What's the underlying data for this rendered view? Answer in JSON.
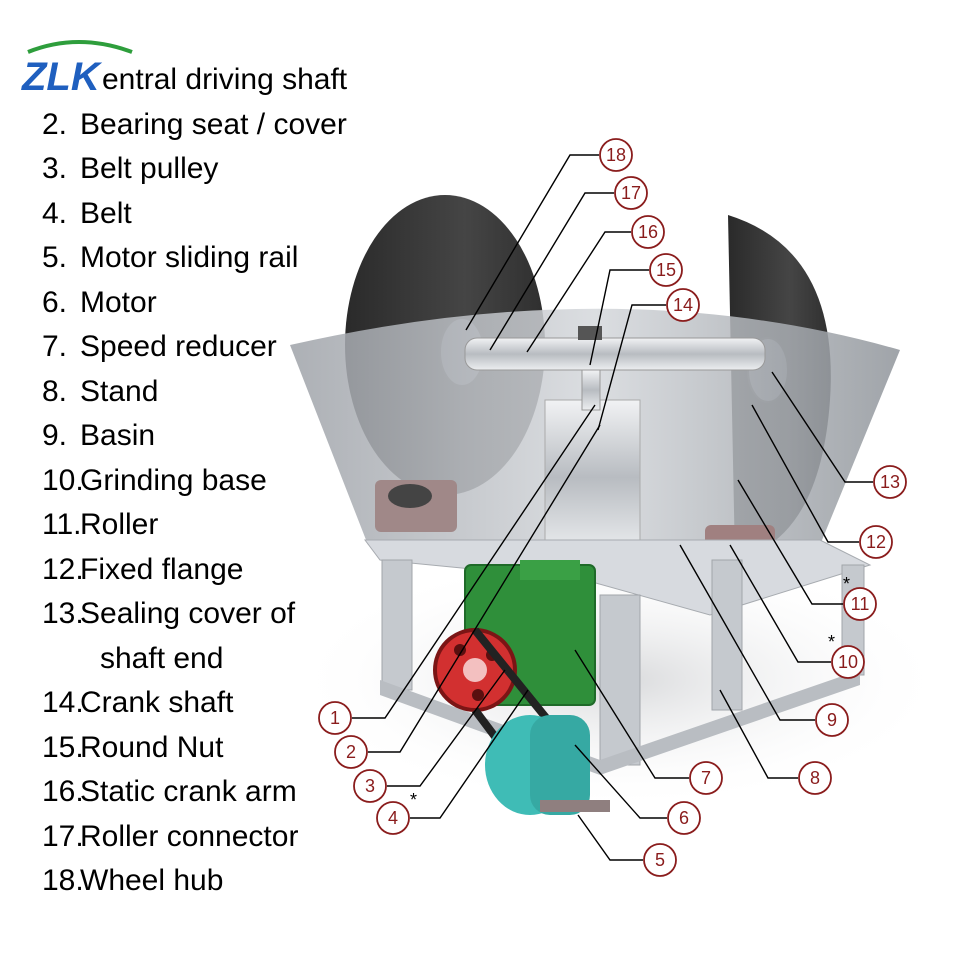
{
  "logo": {
    "text": "ZLK",
    "colors": {
      "green": "#2e9e3c",
      "blue": "#1f5fbf"
    }
  },
  "parts": [
    {
      "num": "",
      "label": "entral driving shaft"
    },
    {
      "num": "2.",
      "label": "Bearing seat / cover"
    },
    {
      "num": "3.",
      "label": "Belt pulley"
    },
    {
      "num": "4.",
      "label": "Belt"
    },
    {
      "num": "5.",
      "label": "Motor sliding rail"
    },
    {
      "num": "6.",
      "label": "Motor"
    },
    {
      "num": "7.",
      "label": "Speed reducer"
    },
    {
      "num": "8.",
      "label": "Stand"
    },
    {
      "num": "9.",
      "label": "Basin"
    },
    {
      "num": "10.",
      "label": "Grinding base"
    },
    {
      "num": "11.",
      "label": "Roller"
    },
    {
      "num": "12.",
      "label": "Fixed flange"
    },
    {
      "num": "13.",
      "label": "Sealing cover of",
      "cont": "shaft end"
    },
    {
      "num": "14.",
      "label": "Crank shaft"
    },
    {
      "num": "15.",
      "label": "Round Nut"
    },
    {
      "num": "16.",
      "label": "Static crank arm"
    },
    {
      "num": "17.",
      "label": "Roller connector"
    },
    {
      "num": "18.",
      "label": "Wheel hub"
    }
  ],
  "callouts": [
    "1",
    "2",
    "3",
    "4",
    "5",
    "6",
    "7",
    "8",
    "9",
    "10",
    "11",
    "12",
    "13",
    "14",
    "15",
    "16",
    "17",
    "18"
  ],
  "wear_mark": "*",
  "colors": {
    "callout": "#8a1c1c",
    "roller": "#3a3a3a",
    "basin": "#b9bcc2",
    "frame": "#c9cdd2",
    "reducer": "#2f8f3a",
    "pulley": "#d23030",
    "motor": "#3fbcb6",
    "shaft": "#d6d9dd"
  }
}
